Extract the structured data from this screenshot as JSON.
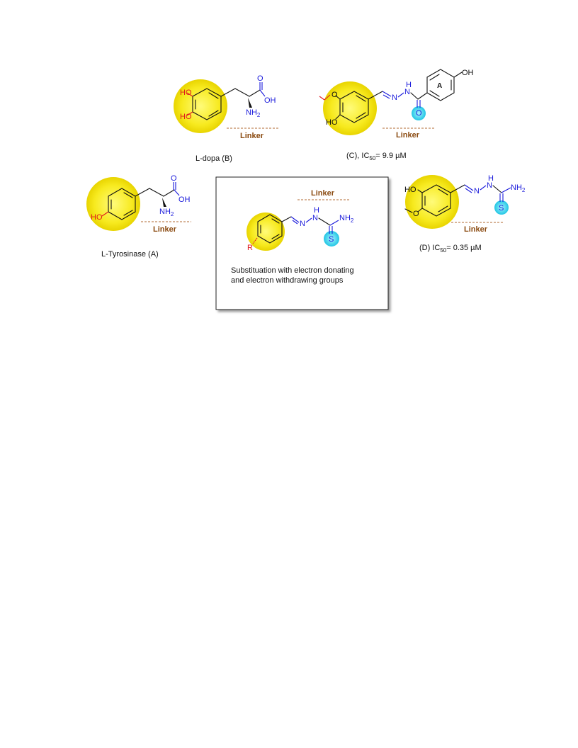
{
  "labels": {
    "linker": "Linker",
    "ho": "HO",
    "oh": "OH",
    "nh2": "NH",
    "nh2_sub": "2",
    "o": "O",
    "s": "S",
    "n": "N",
    "h": "H",
    "r": "R",
    "ring_a": "A"
  },
  "captions": {
    "ldopa": "L-dopa (B)",
    "ltyrosinase": "L-Tyrosinase (A)",
    "c_prefix": "(C), IC",
    "c_sub": "50",
    "c_value": "= 9.9 µM",
    "d_prefix": "(D) IC",
    "d_sub": "50",
    "d_value": "= 0.35 µM"
  },
  "box": {
    "line1": "Substituation with electron donating",
    "line2": "and electron withdrawing groups"
  },
  "colors": {
    "highlight_yellow": "#f7ea1f",
    "highlight_cyan": "#35d4ee",
    "heteroatom_blue": "#1a1adb",
    "hydroxyl_red": "#e0191f",
    "linker_brown": "#8a4a10"
  }
}
